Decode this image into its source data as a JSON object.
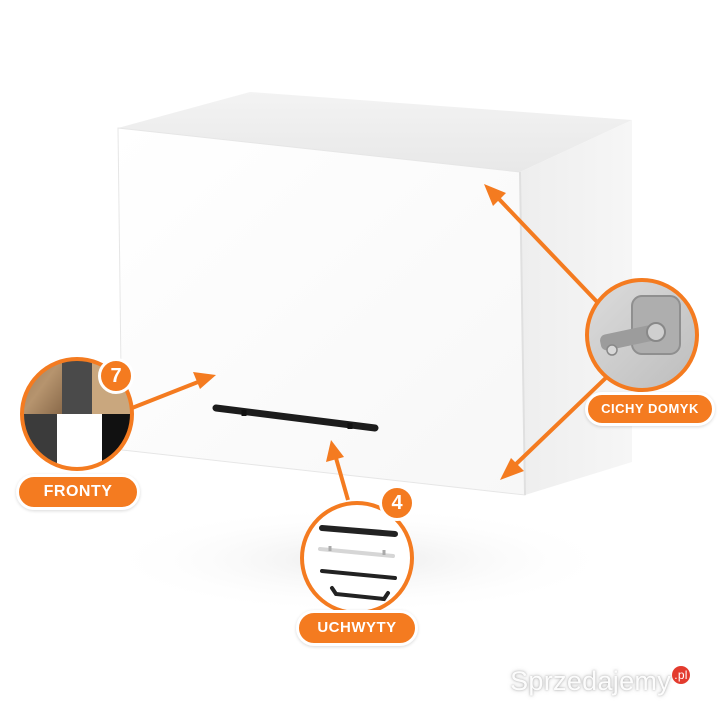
{
  "callouts": {
    "fronts": {
      "label": "FRONTY",
      "count": "7"
    },
    "hinge": {
      "label": "CICHY DOMYK"
    },
    "handles": {
      "label": "UCHWYTY",
      "count": "4"
    }
  },
  "watermark": {
    "text": "Sprzedajemy",
    "suffix": ".pl"
  },
  "colors": {
    "accent": "#f47b20",
    "cabinet": "#fafafa",
    "handle": "#1c1c1c",
    "watermark_badge": "#e33b2e"
  },
  "icons": [
    "arrow-icon",
    "hinge-icon",
    "color-swatch-icon",
    "handle-samples-icon"
  ]
}
